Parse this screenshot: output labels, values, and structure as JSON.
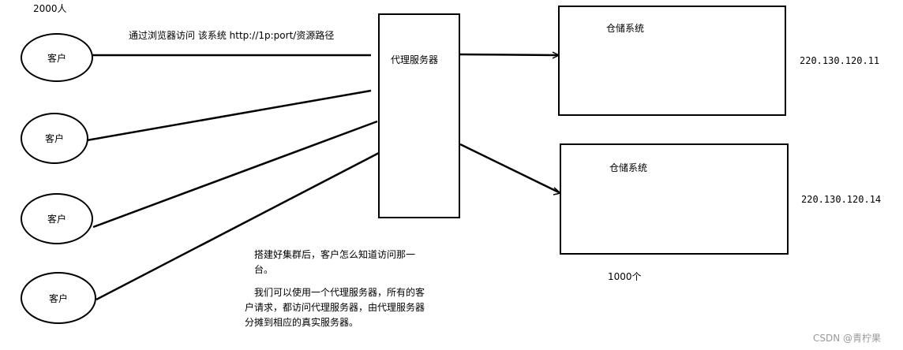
{
  "top_left_label": "2000人",
  "access_note": "通过浏览器访问 该系统   http://1p:port/资源路径",
  "proxy_label": "代理服务器",
  "clients": [
    {
      "label": "客户"
    },
    {
      "label": "客户"
    },
    {
      "label": "客户"
    },
    {
      "label": "客户"
    }
  ],
  "storage_systems": [
    {
      "label": "仓储系统",
      "ip": "220.130.120.11"
    },
    {
      "label": "仓储系统",
      "ip": "220.130.120.14"
    }
  ],
  "count_label": "1000个",
  "explanation": {
    "question": "搭建好集群后，客户怎么知道访问那一台。",
    "answer": "我们可以使用一个代理服务器，所有的客户请求，都访问代理服务器，由代理服务器分摊到相应的真实服务器。"
  },
  "watermark": "CSDN @青柠果"
}
